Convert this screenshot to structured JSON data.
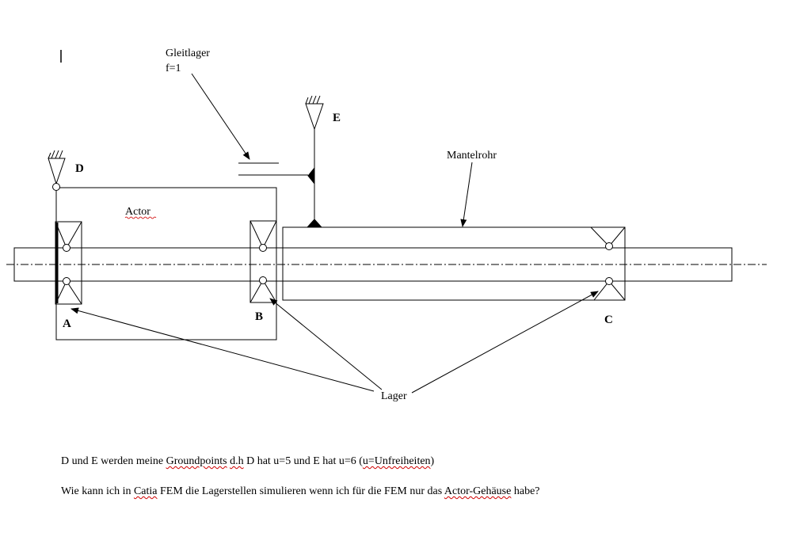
{
  "labels": {
    "gleitlager_line1": "Gleitlager",
    "gleitlager_line2": "f=1",
    "point_d": "D",
    "point_e": "E",
    "point_a": "A",
    "point_b": "B",
    "point_c": "C",
    "actor": "Actor",
    "mantelrohr": "Mantelrohr",
    "lager": "Lager"
  },
  "text": {
    "line1": {
      "p1": "D und E werden meine ",
      "p2": "Groundpoints",
      "p3": " ",
      "p4": "d.h",
      "p5": " D hat u=5 und E hat u=6 (",
      "p6": "u=Unfreiheiten",
      "p7": ")"
    },
    "line2": {
      "p1": "Wie kann ich in ",
      "p2": "Catia",
      "p3": " FEM die Lagerstellen simulieren wenn ich für die FEM nur das ",
      "p4": "Actor-Gehäuse",
      "p5": " habe?"
    }
  }
}
